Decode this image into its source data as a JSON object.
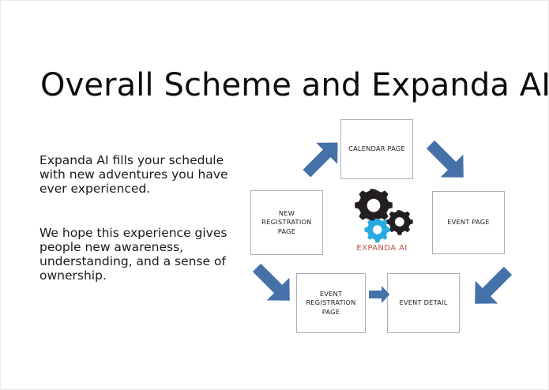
{
  "slide": {
    "title": "Overall Scheme and Expanda AI",
    "background_color": "#ffffff"
  },
  "body": {
    "paragraph_1": "Expanda AI fills your schedule with new adventures you have ever experienced.",
    "paragraph_2": "We hope this experience gives people new awareness, understanding, and a sense of ownership."
  },
  "diagram": {
    "center_logo": {
      "label": "EXPANDA AI",
      "label_color": "#c0504d",
      "gear_colors": [
        "#231f20",
        "#231f20",
        "#27aae1"
      ]
    },
    "nodes": [
      {
        "id": "calendar-page",
        "label": "CALENDAR PAGE"
      },
      {
        "id": "event-page",
        "label": "EVENT PAGE"
      },
      {
        "id": "event-detail",
        "label": "EVENT DETAIL"
      },
      {
        "id": "event-registration-page",
        "label": "EVENT\nREGISTRATION\nPAGE"
      },
      {
        "id": "new-registration-page",
        "label": "NEW\nREGISTRATION\nPAGE"
      }
    ],
    "arrows": [
      {
        "id": "new-reg-to-calendar",
        "direction": "up-right",
        "color": "#4472a8"
      },
      {
        "id": "calendar-to-event-page",
        "direction": "down-right",
        "color": "#4472a8"
      },
      {
        "id": "event-page-to-event-detail",
        "direction": "down-left",
        "color": "#4472a8"
      },
      {
        "id": "new-reg-to-event-reg",
        "direction": "down-right",
        "color": "#4472a8"
      },
      {
        "id": "event-reg-to-event-detail",
        "direction": "right",
        "color": "#4472a8"
      }
    ],
    "border_color": "#a6b1bc"
  }
}
